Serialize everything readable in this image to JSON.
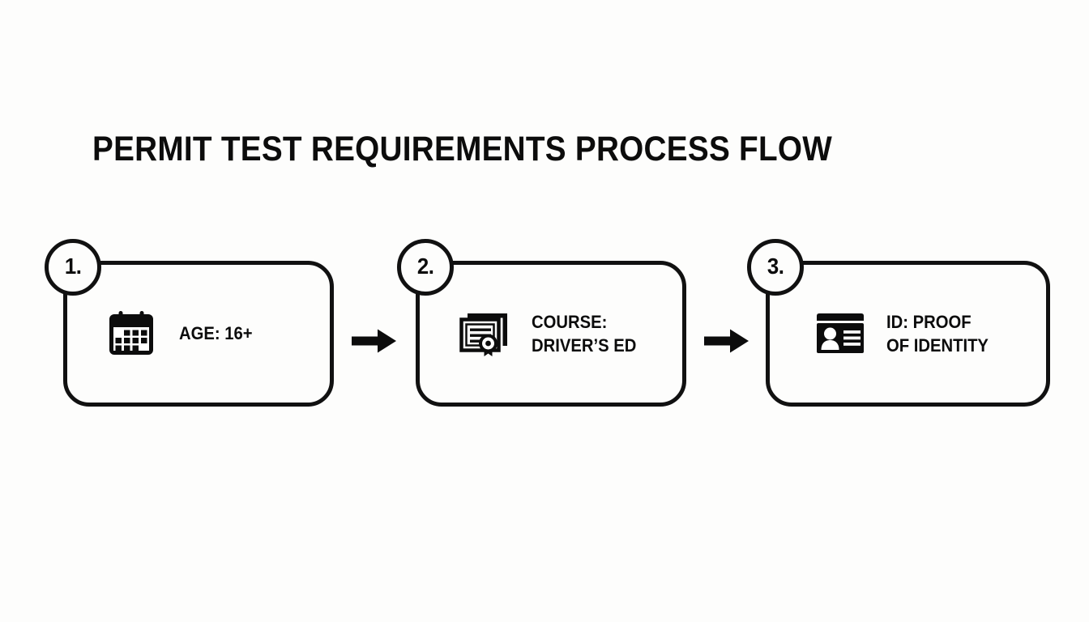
{
  "page": {
    "title": "PERMIT TEST REQUIREMENTS PROCESS FLOW",
    "background_color": "#fdfdfc",
    "ink_color": "#111111"
  },
  "flow": {
    "steps": [
      {
        "badge": "1.",
        "icon": "calendar-icon",
        "lines": [
          "AGE: 16+"
        ]
      },
      {
        "badge": "2.",
        "icon": "certificate-icon",
        "lines": [
          "COURSE:",
          "DRIVER’S ED"
        ]
      },
      {
        "badge": "3.",
        "icon": "id-card-icon",
        "lines": [
          "ID: PROOF",
          "OF IDENTITY"
        ]
      }
    ],
    "connectors": [
      {
        "name": "arrow-right-icon"
      },
      {
        "name": "arrow-right-icon"
      }
    ]
  }
}
